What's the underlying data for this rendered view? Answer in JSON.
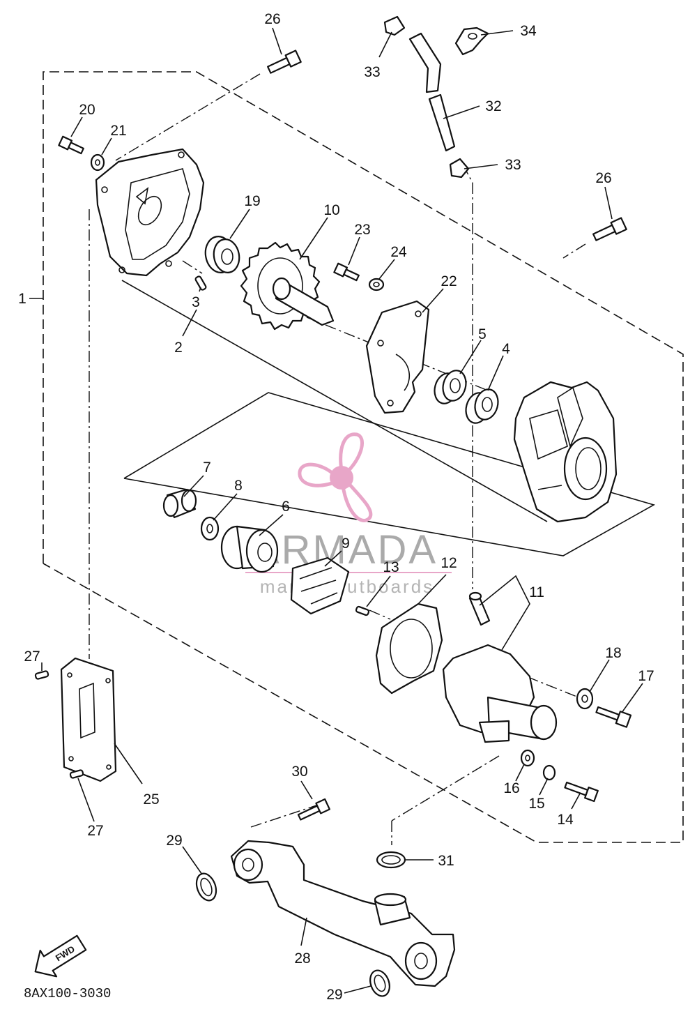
{
  "diagram": {
    "drawing_code": "8AX100-3030",
    "fwd_label": "FWD",
    "watermark": {
      "brand": "ARMADA",
      "tagline": "marine outboards"
    },
    "callouts": {
      "c1": "1",
      "c2": "2",
      "c3": "3",
      "c4": "4",
      "c5": "5",
      "c6": "6",
      "c7": "7",
      "c8": "8",
      "c9": "9",
      "c10": "10",
      "c11": "11",
      "c12": "12",
      "c13": "13",
      "c14": "14",
      "c15": "15",
      "c16": "16",
      "c17": "17",
      "c18": "18",
      "c19": "19",
      "c20": "20",
      "c21": "21",
      "c22": "22",
      "c23": "23",
      "c24": "24",
      "c25": "25",
      "c26a": "26",
      "c26b": "26",
      "c27a": "27",
      "c27b": "27",
      "c28": "28",
      "c29a": "29",
      "c29b": "29",
      "c30": "30",
      "c31": "31",
      "c32": "32",
      "c33a": "33",
      "c33b": "33",
      "c34": "34"
    }
  },
  "colors": {
    "line": "#111111",
    "watermark_pink": "#e8a6c8",
    "background": "#ffffff"
  }
}
